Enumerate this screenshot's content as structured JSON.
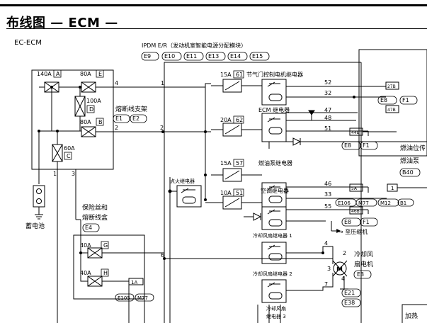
{
  "page": {
    "title": "布线图 — ECM —",
    "section_code": "EC-ECM"
  },
  "ipdm": {
    "title": "IPDM E/R（发动机室智能电源分配模块）",
    "connectors": [
      "E9",
      "E10",
      "E11",
      "E13",
      "E14",
      "E15"
    ]
  },
  "fusible_links": [
    {
      "amp": "140A",
      "id": "A"
    },
    {
      "amp": "80A",
      "id": "E"
    },
    {
      "amp": "100A",
      "id": "D"
    },
    {
      "amp": "80A",
      "id": "B"
    },
    {
      "amp": "60A",
      "id": "C"
    }
  ],
  "fusible_holder": {
    "label": "熔断线支架",
    "connectors": [
      "E1",
      "E2"
    ]
  },
  "battery": {
    "label": "蓄电池"
  },
  "fuse_box": {
    "label_line1": "保险丝和",
    "label_line2": "熔断线盒",
    "connector": "E4"
  },
  "fuse_box_links": [
    {
      "amp": "40A",
      "id": "G"
    },
    {
      "amp": "40A",
      "id": "H"
    }
  ],
  "fuse_box_terminal": {
    "id": "1A",
    "connectors": [
      "E105",
      "M77"
    ]
  },
  "fuses": [
    {
      "amp": "15A",
      "id": "61",
      "label": "节气门控制电机继电器"
    },
    {
      "amp": "20A",
      "id": "62",
      "label": "ECM 继电器"
    },
    {
      "amp": "15A",
      "id": "57",
      "label": "燃油泵继电器"
    },
    {
      "amp": "10A",
      "id": "51",
      "label": "空调继电器"
    }
  ],
  "relays": {
    "ignition": "点火继电器",
    "cooling_fan_1": "冷却风扇继电器 1",
    "cooling_fan_2": "冷却风扇继电器 2",
    "cooling_fan_3_line1": "冷却风扇",
    "cooling_fan_3_line2": "继电器 3"
  },
  "wire_numbers": [
    "4",
    "1",
    "2",
    "2",
    "1",
    "3",
    "6",
    "52",
    "32",
    "48",
    "47",
    "51",
    "46",
    "33",
    "55",
    "4",
    "2",
    "3",
    "4",
    "7"
  ],
  "right_connectors": {
    "c27b": "27B",
    "e8_f1_a": [
      "E8",
      "F1"
    ],
    "c47b": "47B",
    "c44b": "44B",
    "e8_f1_b": [
      "E8",
      "F1"
    ],
    "c5a": "5A",
    "c1": "1",
    "chain": [
      "E106",
      "M77",
      "M12",
      "B1"
    ],
    "c46b": "46B",
    "e8_f1_c": [
      "E8",
      "F1"
    ]
  },
  "fuel_labels": {
    "line1": "燃油位传",
    "line2": "燃油泵",
    "connector": "B40"
  },
  "compressor_label": "→ 至压缩机",
  "cooling_fan_motor": {
    "label_line1": "冷却风",
    "label_line2": "扇电机",
    "connector": "E3",
    "grounds": [
      "E21",
      "E38"
    ],
    "motor_symbol": "M"
  },
  "heater_label": "加热",
  "colors": {
    "ink": "#000000",
    "background": "#ffffff"
  }
}
